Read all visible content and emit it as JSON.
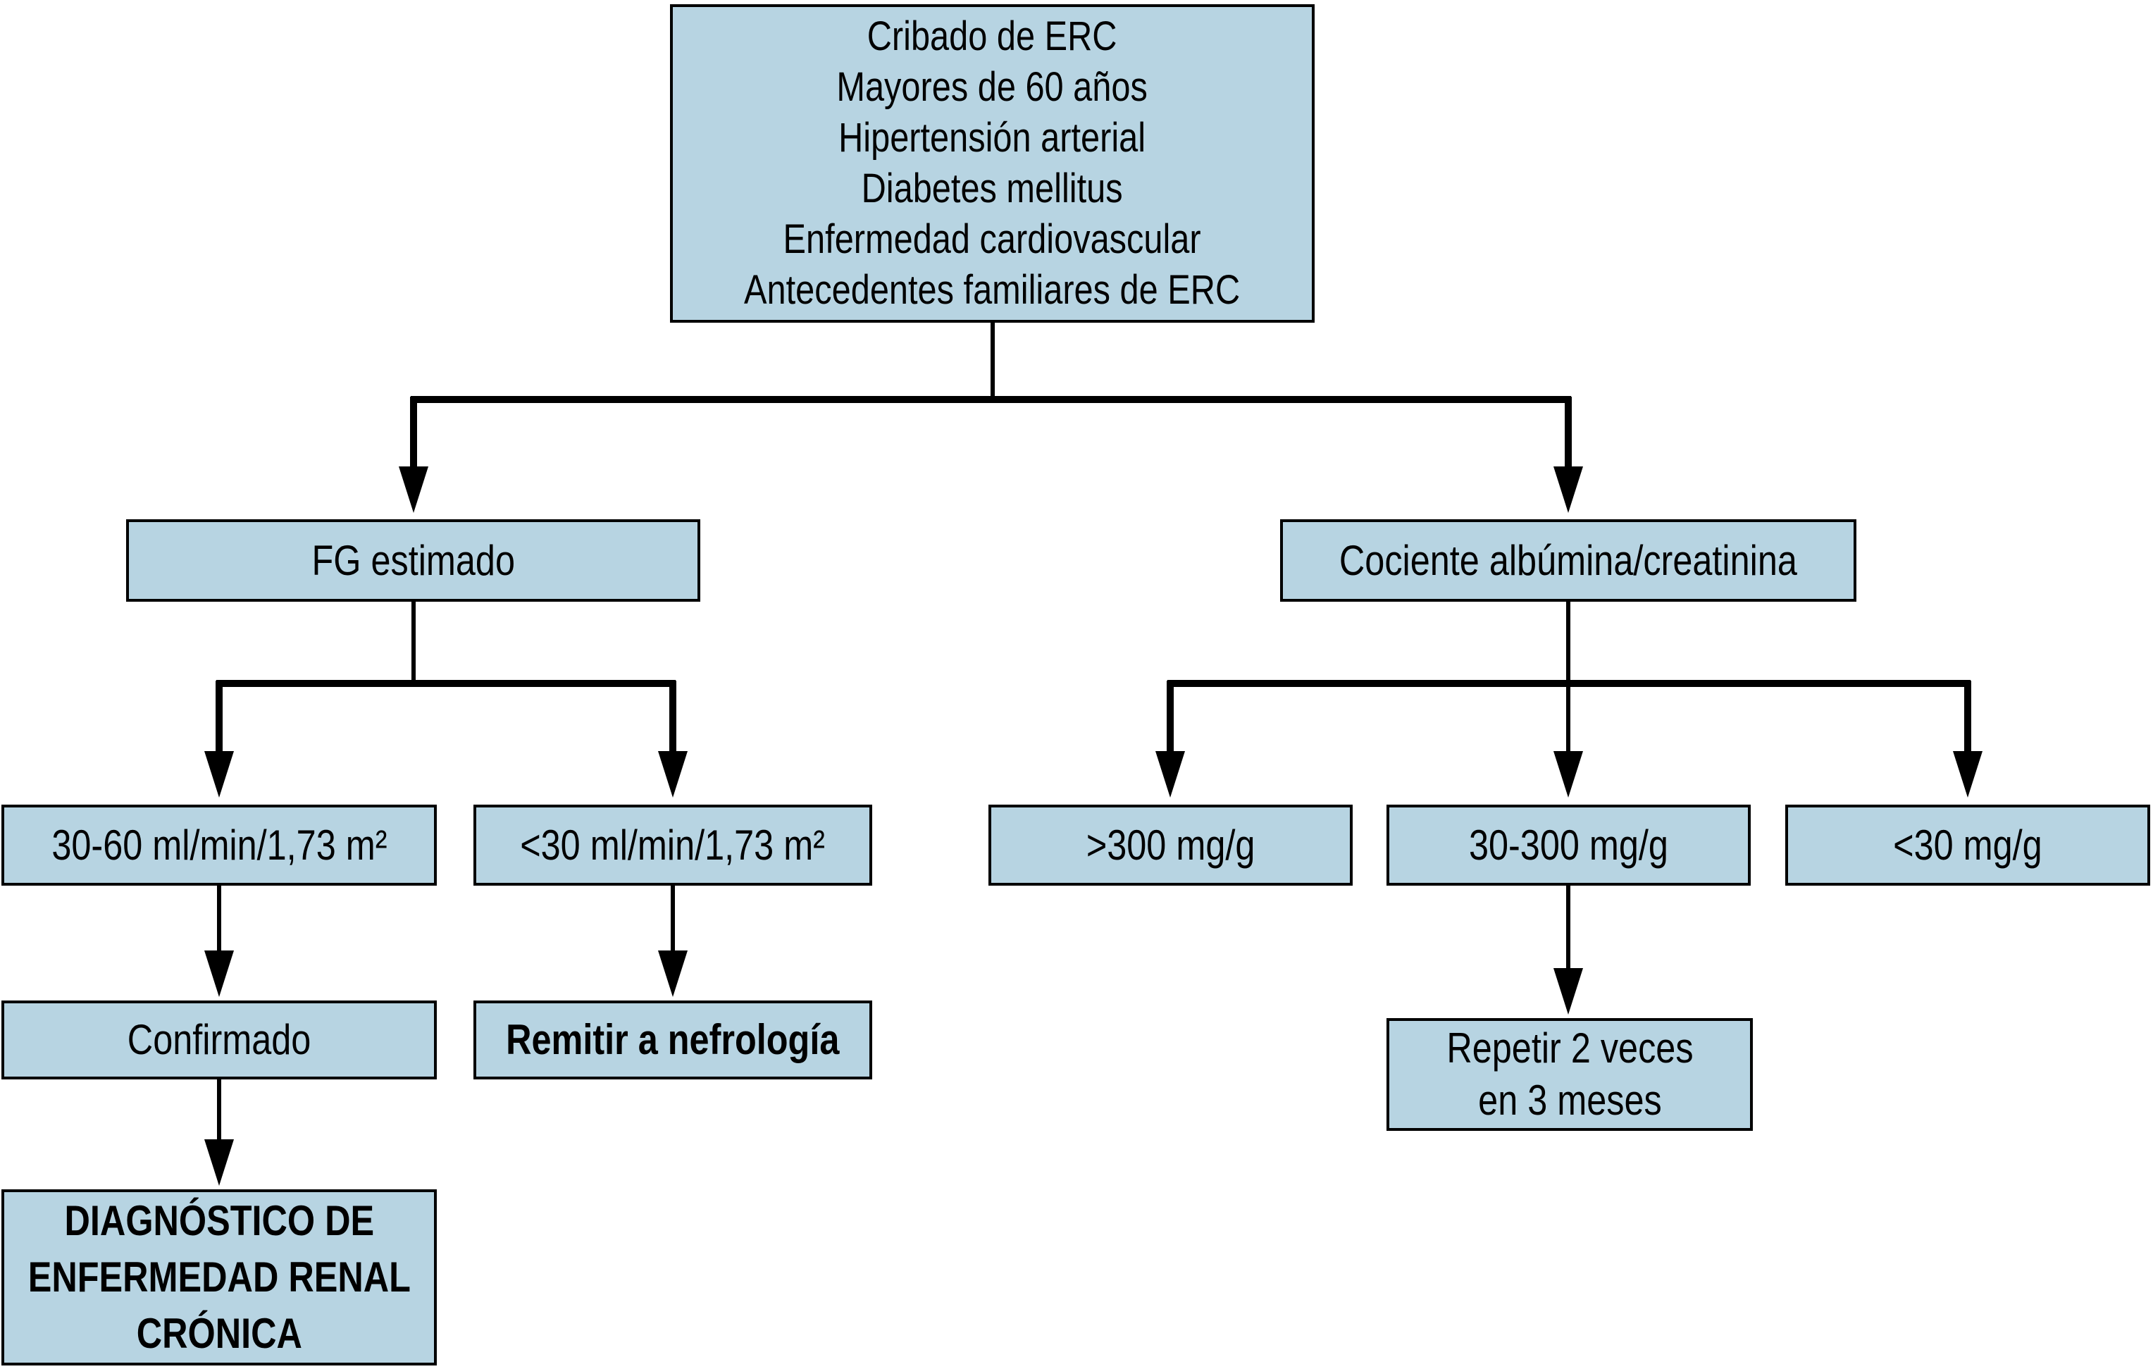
{
  "palette": {
    "background": "#ffffff",
    "node_fill": "#b7d4e2",
    "node_border": "#000000",
    "connector": "#000000",
    "text": "#000000"
  },
  "flowchart": {
    "type": "decision-tree",
    "language": "es",
    "nodes": {
      "screening": {
        "lines": [
          "Cribado de ERC",
          "Mayores de 60 años",
          "Hipertensión arterial",
          "Diabetes mellitus",
          "Enfermedad cardiovascular",
          "Antecedentes familiares de ERC"
        ]
      },
      "fg_estimado": {
        "label": "FG estimado"
      },
      "cociente_albumina_creatinina": {
        "label": "Cociente albúmina/creatinina"
      },
      "fg_30_60": {
        "label": "30-60 ml/min/1,73 m²"
      },
      "fg_menor_30": {
        "label": "<30 ml/min/1,73 m²"
      },
      "acr_mayor_300": {
        "label": ">300 mg/g"
      },
      "acr_30_300": {
        "label": "30-300 mg/g"
      },
      "acr_menor_30": {
        "label": "<30 mg/g"
      },
      "confirmado": {
        "label": "Confirmado"
      },
      "remitir_nefrologia": {
        "label": "Remitir a nefrología"
      },
      "repetir": {
        "lines": [
          "Repetir 2 veces",
          "en 3 meses"
        ]
      },
      "diagnostico_erc": {
        "lines": [
          "DIAGNÓSTICO DE",
          "ENFERMEDAD RENAL",
          "CRÓNICA"
        ]
      }
    },
    "edges": [
      {
        "from": "screening",
        "to": "fg_estimado"
      },
      {
        "from": "screening",
        "to": "cociente_albumina_creatinina"
      },
      {
        "from": "fg_estimado",
        "to": "fg_30_60"
      },
      {
        "from": "fg_estimado",
        "to": "fg_menor_30"
      },
      {
        "from": "cociente_albumina_creatinina",
        "to": "acr_mayor_300"
      },
      {
        "from": "cociente_albumina_creatinina",
        "to": "acr_30_300"
      },
      {
        "from": "cociente_albumina_creatinina",
        "to": "acr_menor_30"
      },
      {
        "from": "fg_30_60",
        "to": "confirmado"
      },
      {
        "from": "fg_menor_30",
        "to": "remitir_nefrologia"
      },
      {
        "from": "acr_30_300",
        "to": "repetir"
      },
      {
        "from": "confirmado",
        "to": "diagnostico_erc"
      }
    ]
  }
}
